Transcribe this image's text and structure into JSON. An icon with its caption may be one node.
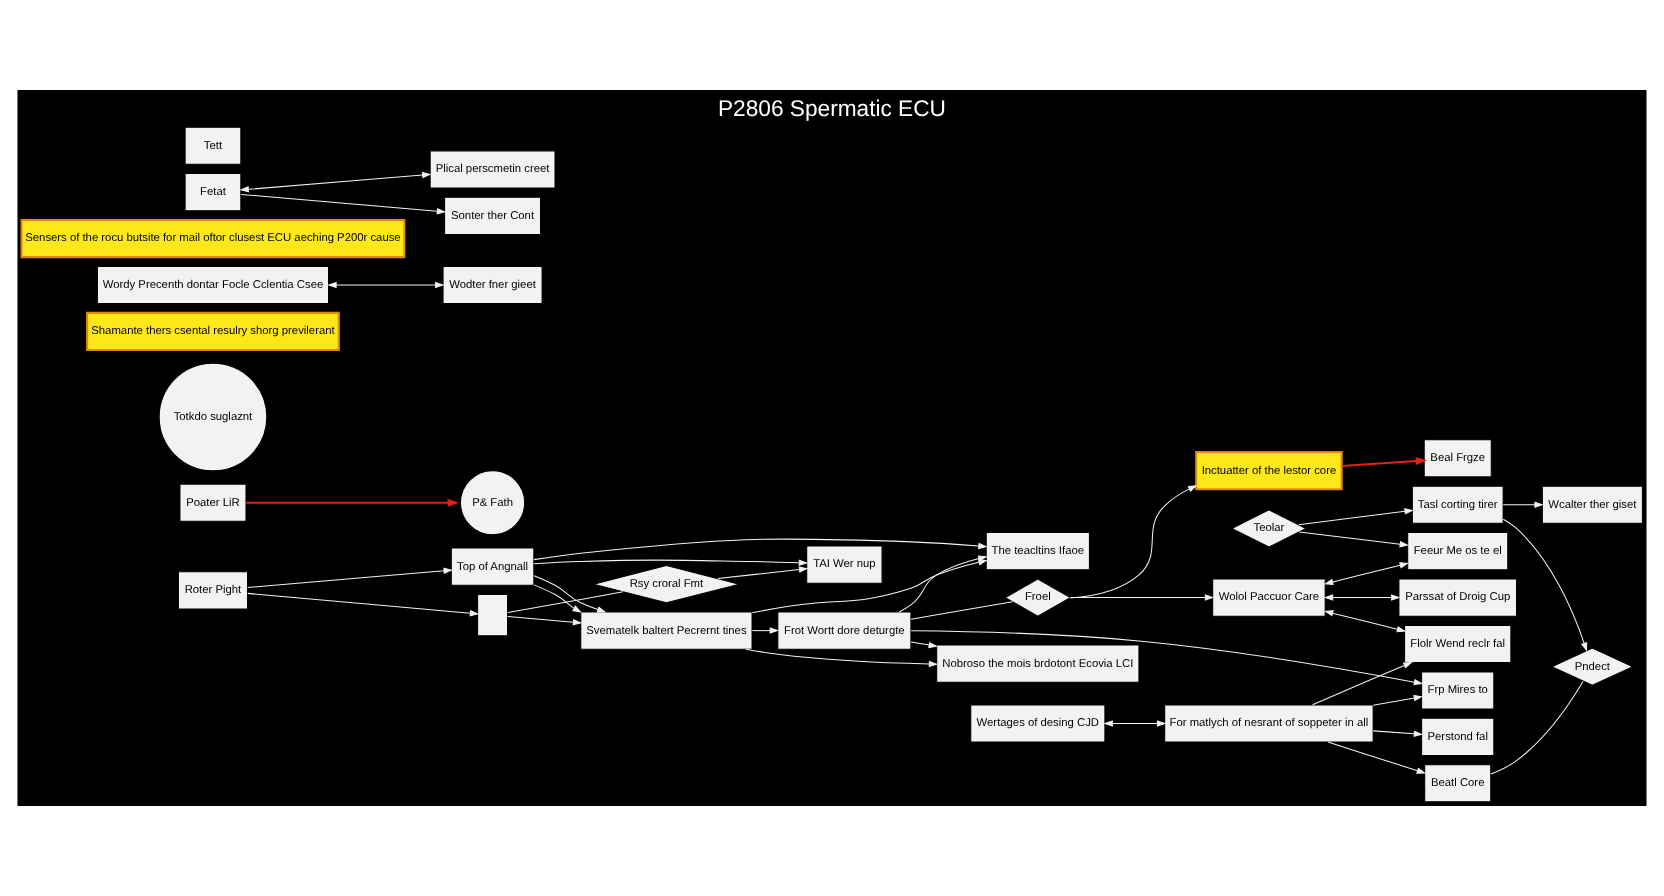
{
  "diagram": {
    "title": "P2806 Spermatic ECU",
    "nodes": [
      {
        "text": [
          "Roter Pight"
        ]
      },
      {
        "text": [],
        "shape": "box"
      },
      {
        "text": [
          "Rsy croral Fmt"
        ]
      },
      {
        "text": [
          "Top of Angnall"
        ]
      },
      {
        "text": [
          "Svematelk baltert Pecrernt tines"
        ]
      },
      {
        "text": [
          "Frot Wortt dore deturgte"
        ]
      },
      {
        "text": [
          "Froel"
        ]
      },
      {
        "text": [
          "Inctuatter of the lestor core"
        ]
      },
      {
        "text": [
          "Poater LiR"
        ]
      },
      {
        "text": [
          "P& Fath"
        ]
      },
      {
        "text": [
          "Totkdo suglaznt"
        ]
      },
      {
        "text": [
          "TAI Wer nup"
        ]
      },
      {
        "text": [
          "Shamante thers csental resulry shorg previlerant"
        ]
      },
      {
        "text": [
          "Wolol Paccuor Care"
        ]
      },
      {
        "text": [
          "Parssat of Droig Cup"
        ]
      },
      {
        "text": [
          "Wordy Precenth dontar Focle Cclentia Csee"
        ]
      },
      {
        "text": [
          "Wodter fner gieet"
        ]
      },
      {
        "text": [
          "Wertages of desing CJD"
        ]
      },
      {
        "text": [
          "Sensers of the rocu butsite for mail oftor clusest ECU aeching P200r cause"
        ]
      },
      {
        "text": [
          "For matlych of nesrant of soppeter in all"
        ]
      },
      {
        "text": [
          "Fetat"
        ]
      },
      {
        "text": [
          "Plical perscmetin creet"
        ]
      },
      {
        "text": [
          "The teacltins Ifaoe"
        ]
      },
      {
        "text": [
          "Sonter ther Cont"
        ]
      },
      {
        "text": [
          "Teolar"
        ]
      },
      {
        "text": [
          "Tasl corting tirer"
        ]
      },
      {
        "text": [
          "Wcalter ther giset"
        ]
      },
      {
        "text": [
          "Beal Frgze"
        ]
      },
      {
        "text": [
          "Nobroso the mois brdotont Ecovia LCI"
        ]
      },
      {
        "text": [
          "Feeur Me os te el"
        ]
      },
      {
        "text": [
          "Flolr Wend reclr fal"
        ]
      },
      {
        "text": [
          "Perstond fal"
        ]
      },
      {
        "text": [
          "Tett"
        ]
      },
      {
        "text": [
          "Frp Mires to"
        ]
      },
      {
        "text": [
          "Beatl Core"
        ]
      },
      {
        "text": [
          "Pndect"
        ]
      }
    ],
    "edges": [
      {
        "from": 0,
        "to": 1,
        "arrow": "to"
      },
      {
        "from": 1,
        "to": 2,
        "arrow": "none"
      },
      {
        "from": 0,
        "to": 3,
        "arrow": "to"
      },
      {
        "from": 1,
        "to": 4,
        "arrow": "to"
      },
      {
        "from": 3,
        "to": 4,
        "arrow": "to"
      },
      {
        "from": 3,
        "to": 4,
        "arrow": "to"
      },
      {
        "from": 4,
        "to": 5,
        "arrow": "to"
      },
      {
        "from": 5,
        "to": 6,
        "arrow": "none"
      },
      {
        "from": 6,
        "to": 7,
        "arrow": "to"
      },
      {
        "from": 8,
        "to": 9,
        "arrow": "to",
        "color": "#e0201a"
      },
      {
        "from": 7,
        "to": 27,
        "arrow": "to",
        "color": "#e0201a"
      },
      {
        "from": 2,
        "to": 11,
        "arrow": "to"
      },
      {
        "from": 3,
        "to": 11,
        "arrow": "to"
      },
      {
        "from": 6,
        "to": 13,
        "arrow": "to"
      },
      {
        "from": 13,
        "to": 14,
        "arrow": "both"
      },
      {
        "from": 13,
        "to": 29,
        "arrow": "both"
      },
      {
        "from": 13,
        "to": 30,
        "arrow": "both"
      },
      {
        "from": 17,
        "to": 19,
        "arrow": "both"
      },
      {
        "from": 15,
        "to": 16,
        "arrow": "both"
      },
      {
        "from": 20,
        "to": 21,
        "arrow": "both"
      },
      {
        "from": 20,
        "to": 23,
        "arrow": "to"
      },
      {
        "from": 4,
        "to": 22,
        "arrow": "to"
      },
      {
        "from": 3,
        "to": 22,
        "arrow": "to"
      },
      {
        "from": 5,
        "to": 22,
        "arrow": "to"
      },
      {
        "from": 4,
        "to": 28,
        "arrow": "to"
      },
      {
        "from": 5,
        "to": 28,
        "arrow": "to"
      },
      {
        "from": 24,
        "to": 29,
        "arrow": "to"
      },
      {
        "from": 19,
        "to": 30,
        "arrow": "to"
      },
      {
        "from": 24,
        "to": 25,
        "arrow": "to"
      },
      {
        "from": 25,
        "to": 26,
        "arrow": "to"
      },
      {
        "from": 25,
        "to": 35,
        "arrow": "to"
      },
      {
        "from": 34,
        "to": 35,
        "arrow": "none"
      },
      {
        "from": 19,
        "to": 31,
        "arrow": "to"
      },
      {
        "from": 19,
        "to": 33,
        "arrow": "to"
      },
      {
        "from": 19,
        "to": 34,
        "arrow": "to"
      },
      {
        "from": 5,
        "to": 33,
        "arrow": "to"
      }
    ]
  }
}
